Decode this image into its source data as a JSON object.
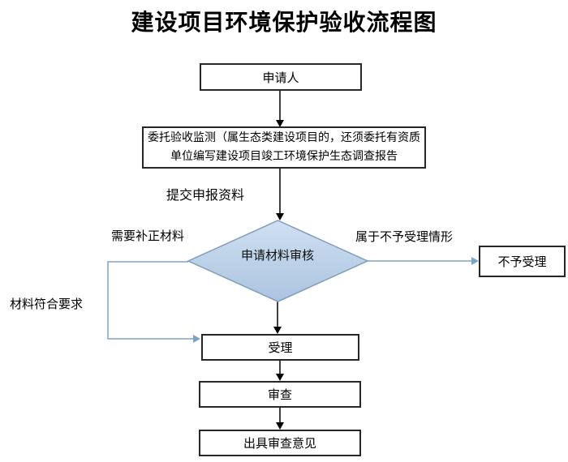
{
  "title": "建设项目环境保护验收流程图",
  "nodes": {
    "applicant": "申请人",
    "commission_line1": "委托验收监测（属生态类建设项目的，还须委托有资质",
    "commission_line2": "单位编写建设项目竣工环境保护生态调查报告",
    "decision": "申请材料审核",
    "reject": "不予受理",
    "accept": "受理",
    "review": "审查",
    "opinion": "出具审查意见"
  },
  "edge_labels": {
    "submit": "提交申报资料",
    "need_fix": "需要补正材料",
    "not_accept_case": "属于不予受理情形",
    "material_ok": "材料符合要求"
  },
  "colors": {
    "background": "#ffffff",
    "box_border": "#262626",
    "black_line": "#000000",
    "blue_line": "#7ea3c8",
    "diamond_fill_top": "#cfe0f1",
    "diamond_fill_bottom": "#abc4e0",
    "diamond_border": "#7f9cbd",
    "text": "#000000"
  }
}
